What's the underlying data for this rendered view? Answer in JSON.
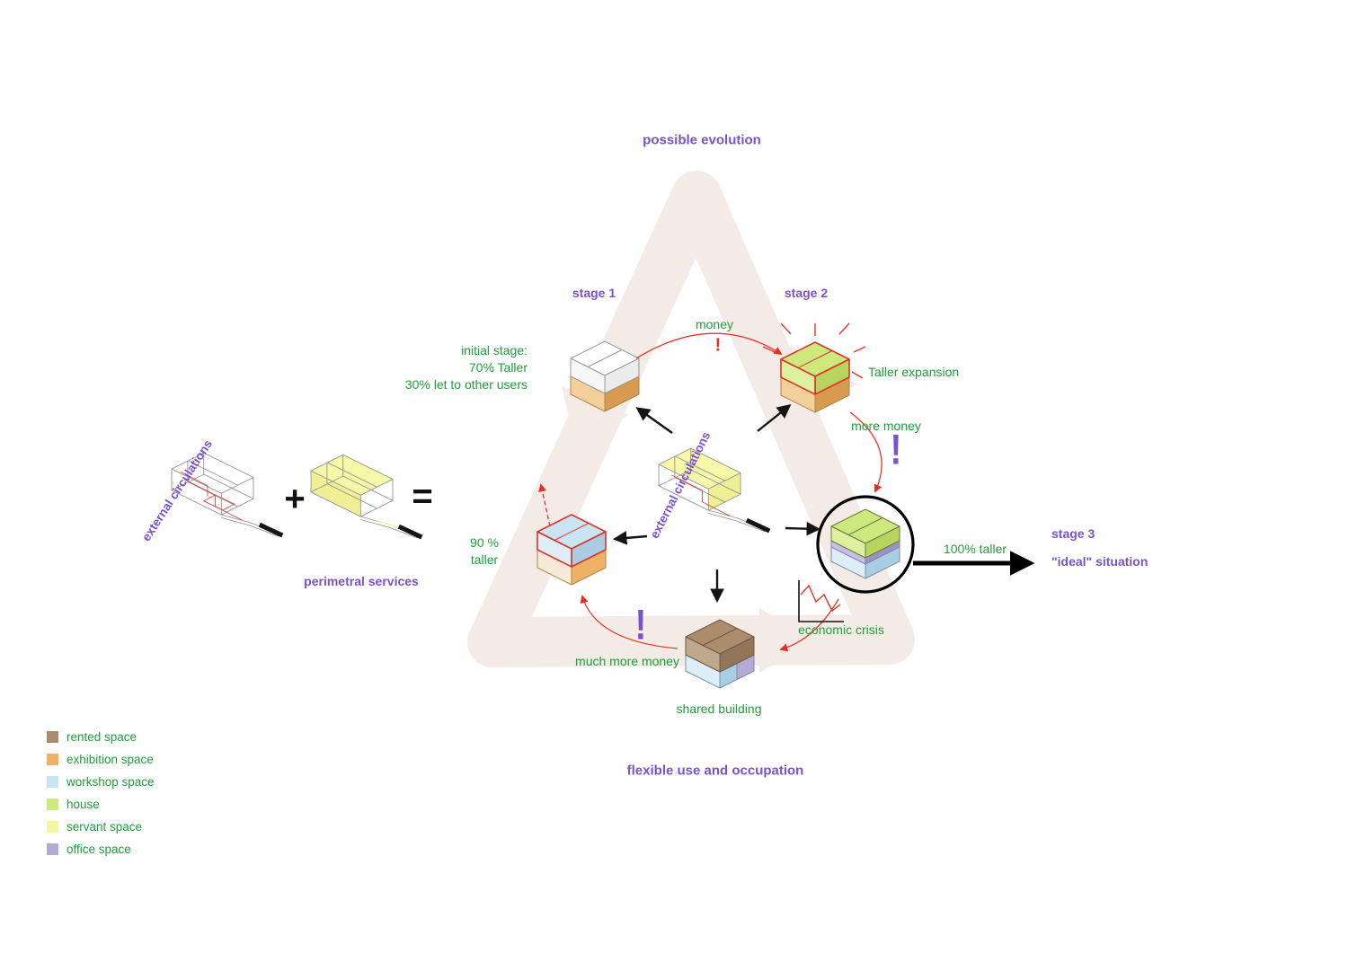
{
  "title": "possible evolution",
  "footer": "flexible use and occupation",
  "composition": {
    "external_circulations": "external circulations",
    "plus": "+",
    "equals": "=",
    "perimetral_services": "perimetral services"
  },
  "cycle": {
    "stage1_label": "stage 1",
    "stage1_note_1": "initial stage:",
    "stage1_note_2": "70% Taller",
    "stage1_note_3": "30% let to other users",
    "money": "money",
    "money_mark": "!",
    "stage2_label": "stage 2",
    "stage2_note": "Taller expansion",
    "more_money": "more money",
    "more_money_mark": "!",
    "taller_100": "100% taller",
    "stage3_label": "stage 3",
    "stage3_note": "\"ideal\" situation",
    "economic_crisis": "economic crisis",
    "shared_building": "shared building",
    "much_more_money": "much more money",
    "much_more_money_mark": "!",
    "taller_90_1": "90 %",
    "taller_90_2": "taller"
  },
  "legend": {
    "items": [
      {
        "label": "rented space",
        "color": "#ab8d6d"
      },
      {
        "label": "exhibition space",
        "color": "#efb265"
      },
      {
        "label": "workshop space",
        "color": "#c9e4f2"
      },
      {
        "label": "house",
        "color": "#cde87c"
      },
      {
        "label": "servant space",
        "color": "#f6f69e"
      },
      {
        "label": "office space",
        "color": "#b2abd5"
      }
    ]
  },
  "colors": {
    "purple": "#7a52cc",
    "green": "#1f9e3a",
    "red": "#e82d23",
    "background_shape": "#f4ebe6"
  }
}
